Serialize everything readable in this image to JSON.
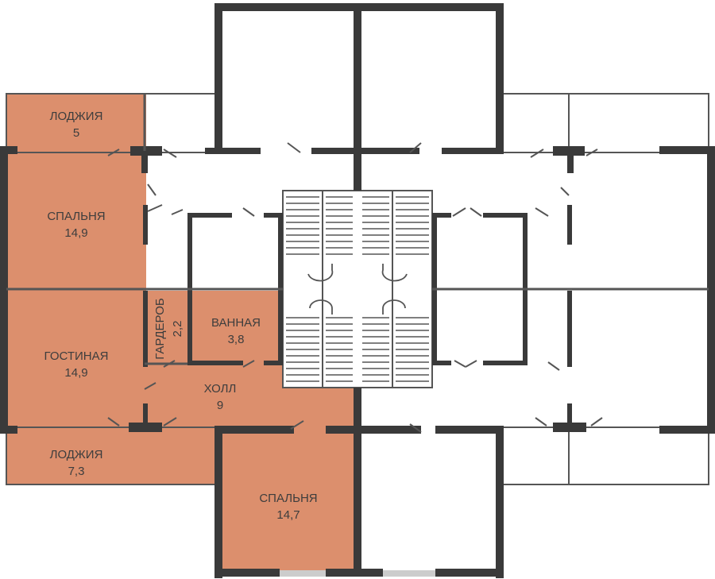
{
  "colors": {
    "apartment_fill": "#dc8f6d",
    "wall": "#3a3a3a",
    "thin_line": "#555555",
    "background": "#ffffff",
    "window_sill": "#cccccc"
  },
  "rooms": {
    "loggia_top": {
      "name": "ЛОДЖИЯ",
      "area": "5"
    },
    "bedroom_left": {
      "name": "СПАЛЬНЯ",
      "area": "14,9"
    },
    "living_room": {
      "name": "ГОСТИНАЯ",
      "area": "14,9"
    },
    "wardrobe": {
      "name": "ГАРДЕРОБ",
      "area": "2,2"
    },
    "bathroom": {
      "name": "ВАННАЯ",
      "area": "3,8"
    },
    "hall": {
      "name": "ХОЛЛ",
      "area": "9"
    },
    "loggia_bottom": {
      "name": "ЛОДЖИЯ",
      "area": "7,3"
    },
    "bedroom_bottom": {
      "name": "СПАЛЬНЯ",
      "area": "14,7"
    }
  },
  "icons": {
    "stair_arrows": [
      "rotate-cw-icon",
      "rotate-ccw-icon"
    ]
  }
}
